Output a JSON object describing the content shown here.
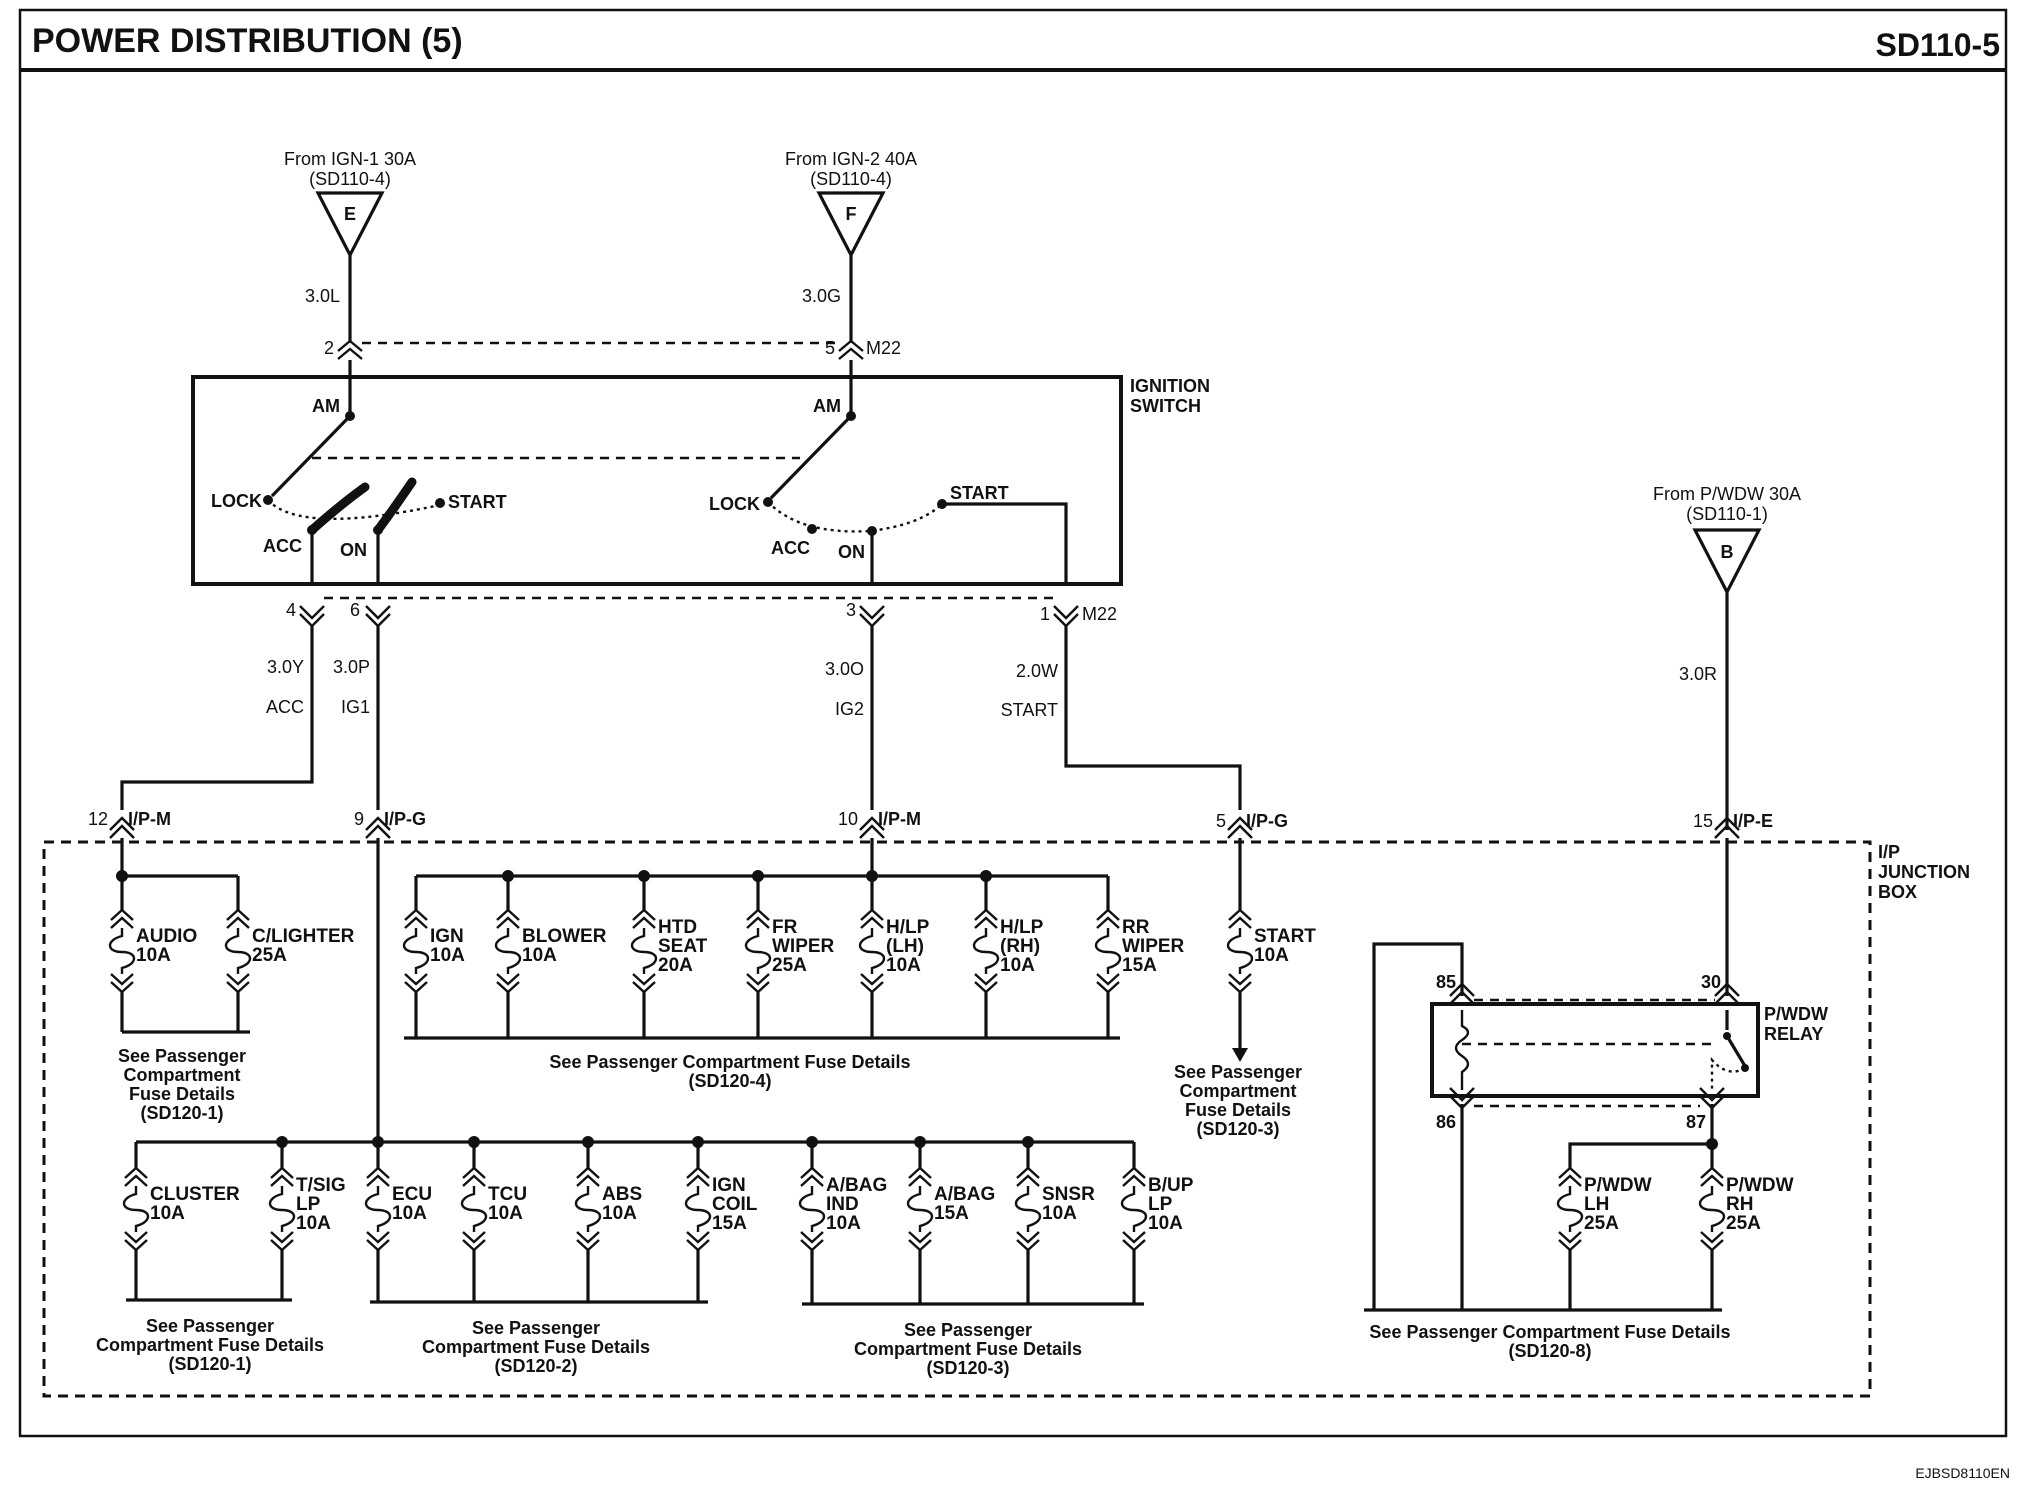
{
  "title": "POWER DISTRIBUTION (5)",
  "page_id": "SD110-5",
  "footer_code": "EJBSD8110EN",
  "sources": [
    {
      "letter": "E",
      "from": "From IGN-1 30A",
      "ref": "(SD110-4)",
      "wire": "3.0L"
    },
    {
      "letter": "F",
      "from": "From IGN-2 40A",
      "ref": "(SD110-4)",
      "wire": "3.0G"
    },
    {
      "letter": "B",
      "from": "From P/WDW 30A",
      "ref": "(SD110-1)",
      "wire": "3.0R"
    }
  ],
  "ignition_switch": {
    "label": [
      "IGNITION",
      "SWITCH"
    ],
    "connector": "M22",
    "top_pins": [
      "2",
      "5"
    ],
    "bottom_pins": [
      "4",
      "6",
      "3",
      "1"
    ],
    "positions": {
      "am": "AM",
      "lock": "LOCK",
      "acc": "ACC",
      "on": "ON",
      "start": "START"
    }
  },
  "outputs": [
    {
      "wire": "3.0Y",
      "circuit": "ACC",
      "jb_pin": "12",
      "jb_conn": "I/P-M"
    },
    {
      "wire": "3.0P",
      "circuit": "IG1",
      "jb_pin": "9",
      "jb_conn": "I/P-G"
    },
    {
      "wire": "3.0O",
      "circuit": "IG2",
      "jb_pin": "10",
      "jb_conn": "I/P-M"
    },
    {
      "wire": "2.0W",
      "circuit": "START",
      "jb_pin": "5",
      "jb_conn": "I/P-G"
    },
    {
      "wire": "",
      "circuit": "",
      "jb_pin": "15",
      "jb_conn": "I/P-E"
    }
  ],
  "junction_box_label": [
    "I/P",
    "JUNCTION",
    "BOX"
  ],
  "fuse_groups": [
    {
      "fuses": [
        [
          "AUDIO",
          "10A"
        ],
        [
          "C/LIGHTER",
          "25A"
        ]
      ],
      "note": [
        "See Passenger",
        "Compartment",
        "Fuse Details",
        "(SD120-1)"
      ]
    },
    {
      "fuses": [
        [
          "IGN",
          "10A"
        ],
        [
          "BLOWER",
          "10A"
        ],
        [
          "HTD",
          "SEAT",
          "20A"
        ],
        [
          "FR",
          "WIPER",
          "25A"
        ],
        [
          "H/LP",
          "(LH)",
          "10A"
        ],
        [
          "H/LP",
          "(RH)",
          "10A"
        ],
        [
          "RR",
          "WIPER",
          "15A"
        ]
      ],
      "note": [
        "See Passenger Compartment Fuse Details",
        "(SD120-4)"
      ]
    },
    {
      "fuses": [
        [
          "START",
          "10A"
        ]
      ],
      "note": [
        "See Passenger",
        "Compartment",
        "Fuse Details",
        "(SD120-3)"
      ]
    },
    {
      "fuses": [
        [
          "CLUSTER",
          "10A"
        ],
        [
          "T/SIG",
          "LP",
          "10A"
        ]
      ],
      "note": [
        "See Passenger",
        "Compartment Fuse Details",
        "(SD120-1)"
      ]
    },
    {
      "fuses": [
        [
          "ECU",
          "10A"
        ],
        [
          "TCU",
          "10A"
        ],
        [
          "ABS",
          "10A"
        ],
        [
          "IGN",
          "COIL",
          "15A"
        ]
      ],
      "note": [
        "See Passenger",
        "Compartment Fuse Details",
        "(SD120-2)"
      ]
    },
    {
      "fuses": [
        [
          "A/BAG",
          "IND",
          "10A"
        ],
        [
          "A/BAG",
          "15A"
        ],
        [
          "SNSR",
          "10A"
        ],
        [
          "B/UP",
          "LP",
          "10A"
        ]
      ],
      "note": [
        "See Passenger",
        "Compartment Fuse Details",
        "(SD120-3)"
      ]
    },
    {
      "fuses": [
        [
          "P/WDW",
          "LH",
          "25A"
        ],
        [
          "P/WDW",
          "RH",
          "25A"
        ]
      ],
      "note": [
        "See Passenger Compartment Fuse Details",
        "(SD120-8)"
      ]
    }
  ],
  "relay": {
    "label": [
      "P/WDW",
      "RELAY"
    ],
    "pins": {
      "p85": "85",
      "p86": "86",
      "p30": "30",
      "p87": "87"
    }
  }
}
